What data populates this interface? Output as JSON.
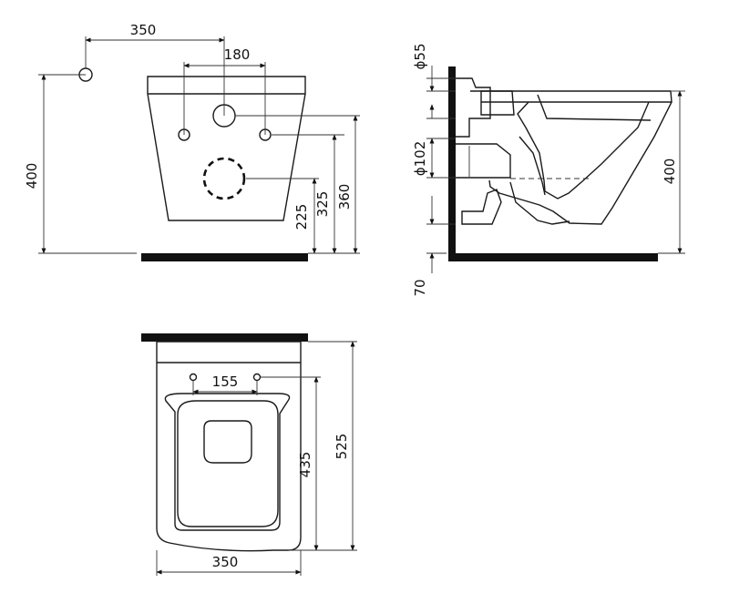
{
  "front_view": {
    "dims": {
      "offset_width": "350",
      "bolt_spacing": "180",
      "height": "400",
      "height_bolt": "360",
      "height_waste": "325",
      "height_inlet": "225"
    }
  },
  "side_view": {
    "dims": {
      "inlet_diameter": "ϕ55",
      "outlet_diameter": "ϕ102",
      "height": "400",
      "floor_offset": "70"
    }
  },
  "top_view": {
    "dims": {
      "bolt_spacing": "155",
      "length_bowl": "435",
      "length_total": "525",
      "width": "350"
    }
  }
}
